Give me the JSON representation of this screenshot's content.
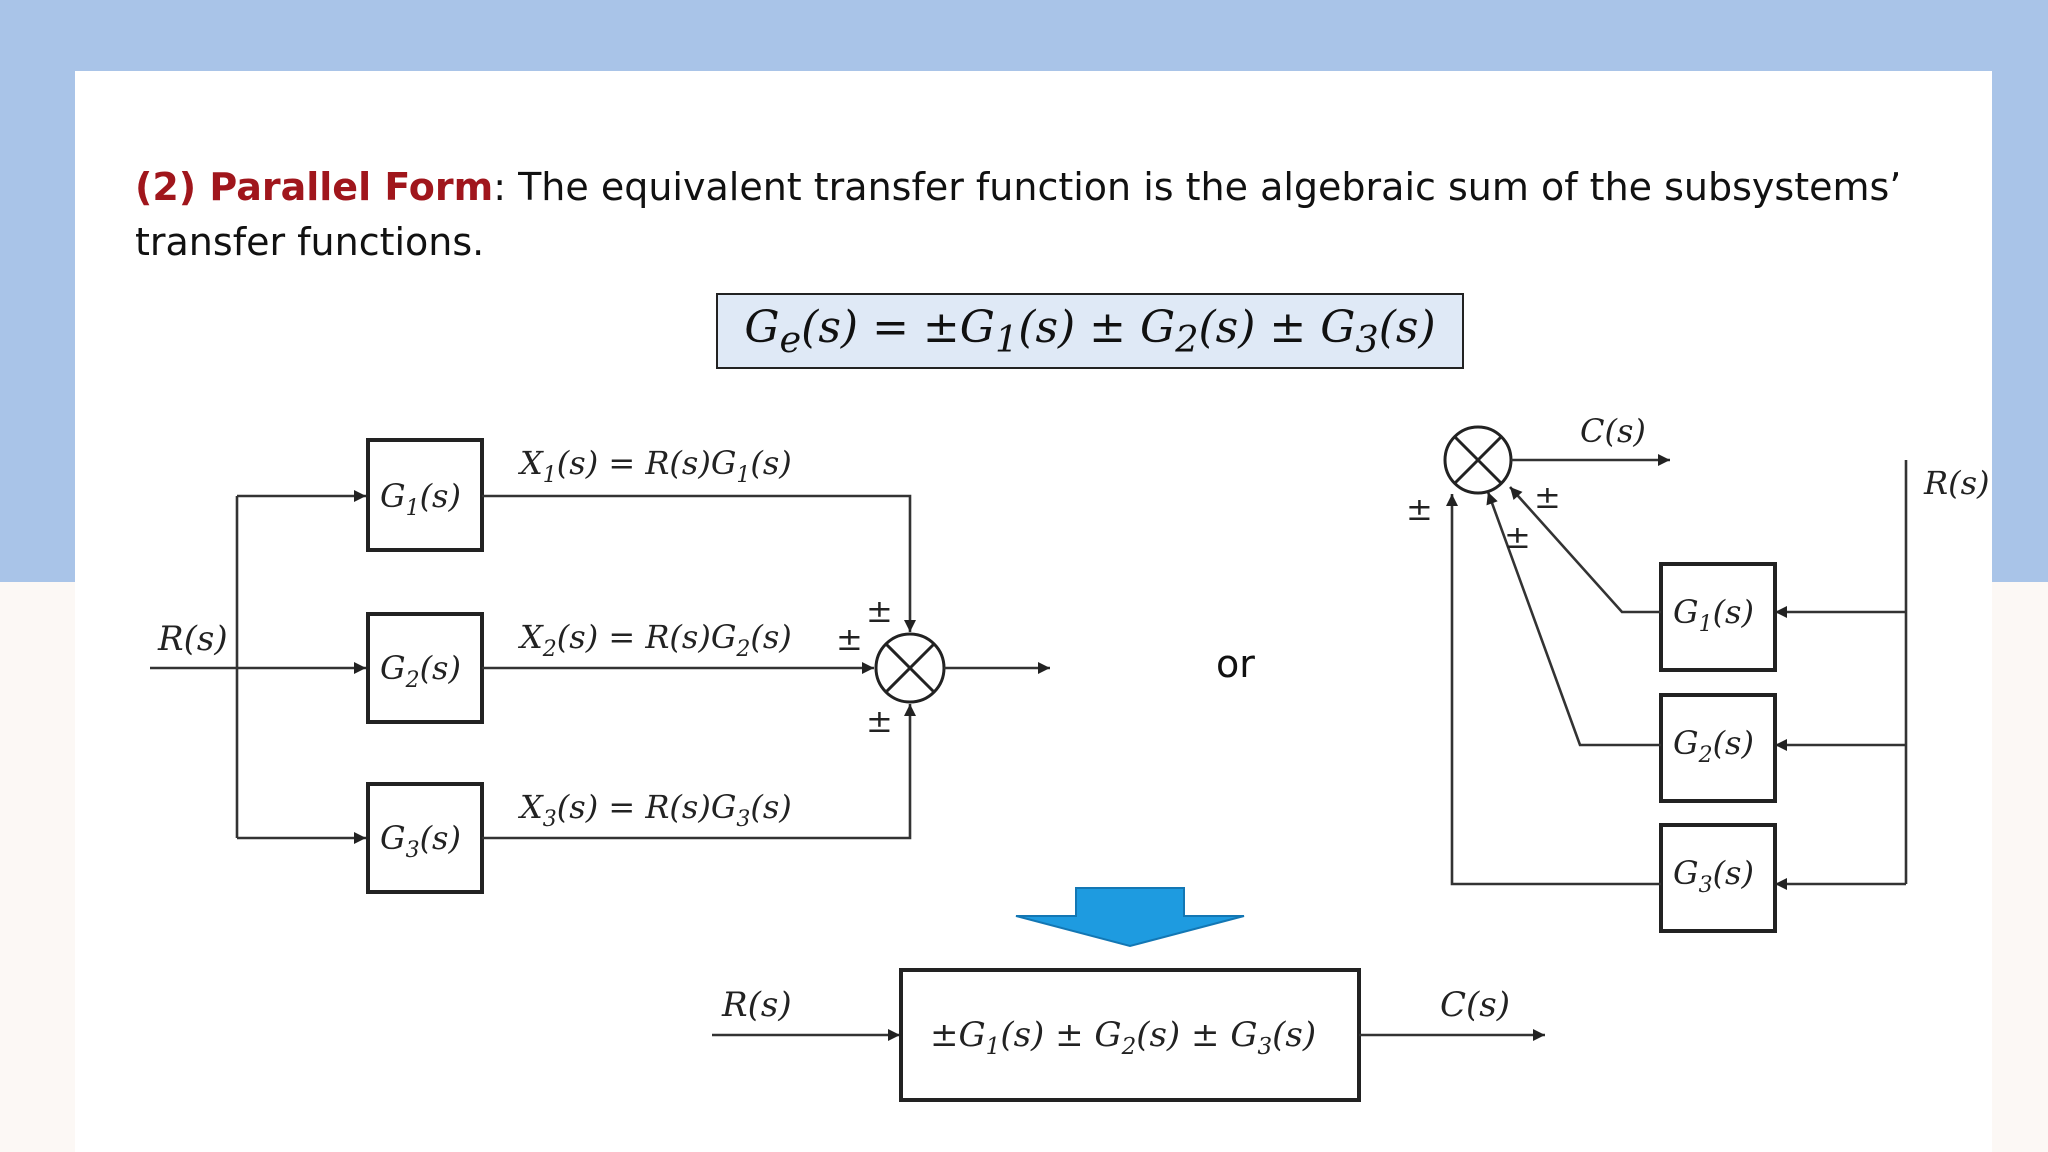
{
  "colors": {
    "top_band": "#a9c4e8",
    "bottom_band": "#fcf8f5",
    "card": "#ffffff",
    "heading_accent": "#a0161c",
    "formula_box": "#dfe9f6",
    "down_arrow": "#1e9be0"
  },
  "text": {
    "heading_label": "(2) Parallel Form",
    "heading_body": ": The equivalent transfer function is the algebraic sum of the subsystems’ transfer functions.",
    "formula": "Ge(s) = ±G1(s) ± G2(s) ± G3(s)",
    "or_label": "or"
  },
  "left_diagram": {
    "input_label": "R(s)",
    "blocks": [
      "G1(s)",
      "G2(s)",
      "G3(s)"
    ],
    "branch_labels": [
      "X1(s) = R(s)G1(s)",
      "X2(s) = R(s)G2(s)",
      "X3(s) = R(s)G3(s)"
    ],
    "summer_signs": [
      "±",
      "±",
      "±"
    ]
  },
  "right_diagram": {
    "input_label": "R(s)",
    "output_label": "C(s)",
    "blocks": [
      "G1(s)",
      "G2(s)",
      "G3(s)"
    ],
    "summer_signs": [
      "±",
      "±",
      "±"
    ]
  },
  "result_diagram": {
    "input_label": "R(s)",
    "output_label": "C(s)",
    "block": "±G1(s) ± G2(s) ± G3(s)"
  },
  "icons": {
    "transform_arrow": "down-arrow-icon",
    "summing_junction": "summing-junction-icon"
  }
}
